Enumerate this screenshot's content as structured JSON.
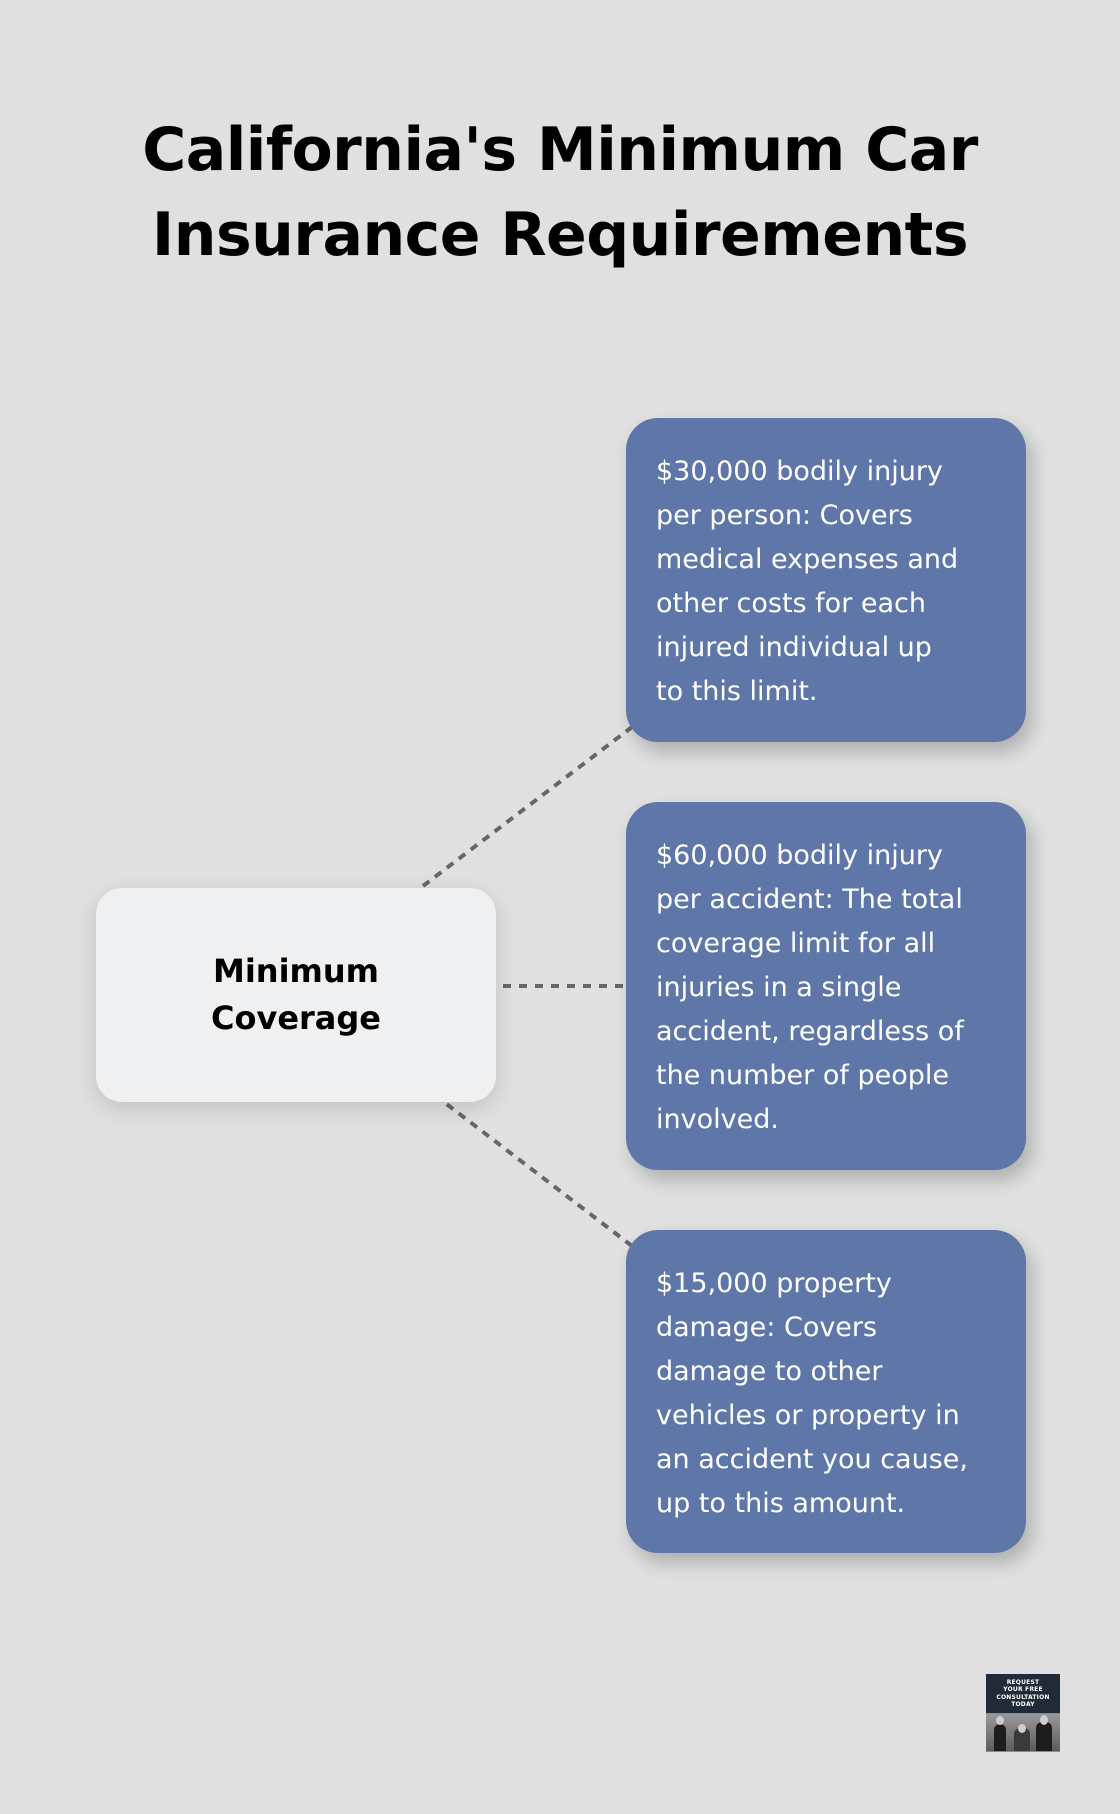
{
  "title": {
    "lines": [
      "California's Minimum Car",
      "Insurance Requirements"
    ]
  },
  "center_node": {
    "lines": [
      "Minimum",
      "Coverage"
    ]
  },
  "cards": [
    {
      "lines": [
        "$30,000 bodily injury",
        "per person: Covers",
        "medical expenses and",
        "other costs for each",
        "injured individual up",
        "to this limit."
      ]
    },
    {
      "lines": [
        "$60,000 bodily injury",
        "per accident: The total",
        "coverage limit for all",
        "injuries in a single",
        "accident, regardless of",
        "the number of people",
        "involved."
      ]
    },
    {
      "lines": [
        "$15,000 property",
        "damage: Covers",
        "damage to other",
        "vehicles or property in",
        "an accident you cause,",
        "up to this amount."
      ]
    }
  ],
  "ad": {
    "lines": [
      "REQUEST",
      "YOUR FREE",
      "CONSULTATION",
      "TODAY"
    ]
  },
  "colors": {
    "background": "#dfe0df",
    "card": "#5e77a8",
    "center_node": "#eef0f2",
    "connector": "#666666",
    "ad_bg": "#1f2b36",
    "ad_accent": "#d9781f"
  }
}
